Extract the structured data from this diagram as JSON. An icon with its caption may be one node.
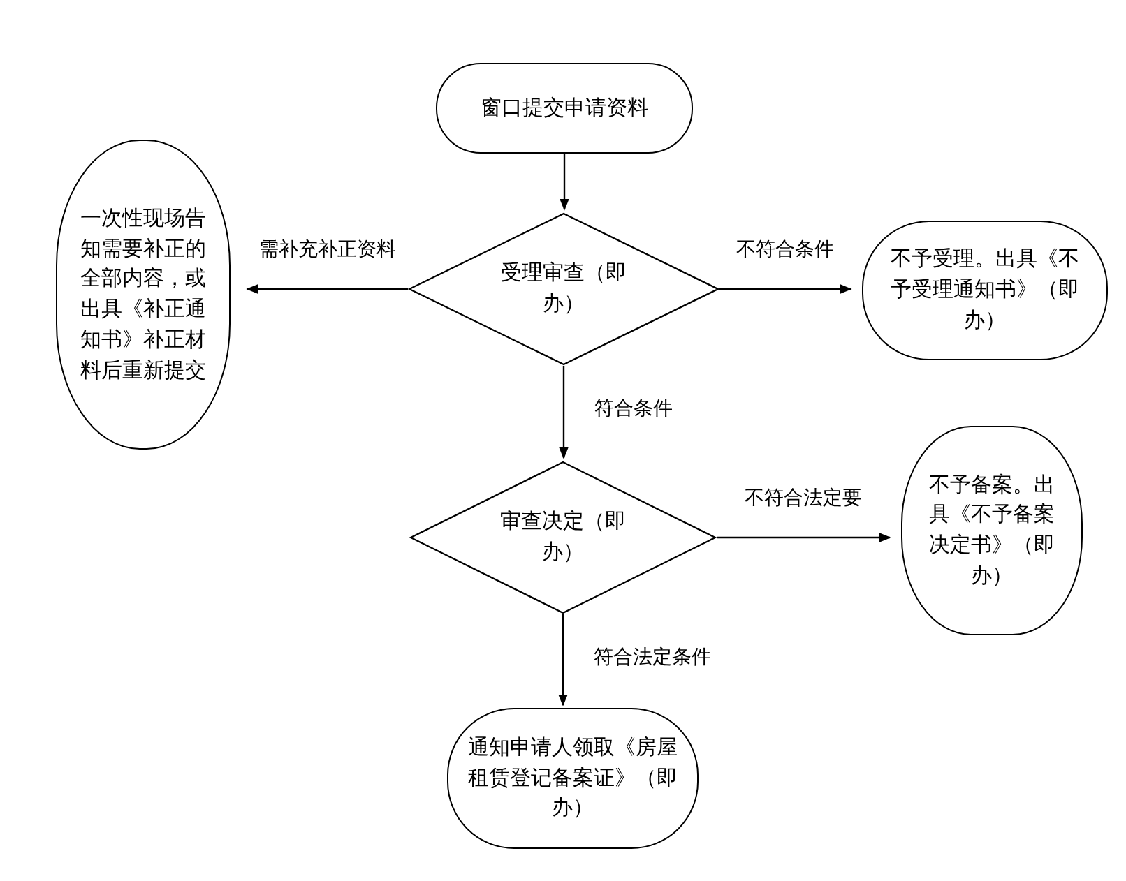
{
  "diagram": {
    "nodes": [
      {
        "text": [
          "窗口提交申请资料"
        ]
      },
      {
        "text": [
          "受理审查（即办）"
        ]
      },
      {
        "text": [
          "一次性现场告知需要补正的全部内容，或出具《补正通知书》补正材料后重新提交"
        ]
      },
      {
        "text": [
          "不予受理。出具《不予受理通知书》（即办）"
        ]
      },
      {
        "text": [
          "审查决定（即办）"
        ]
      },
      {
        "text": [
          "不予备案。出具《不予备案决定书》（即办）"
        ]
      },
      {
        "text": [
          "通知申请人领取《房屋租赁登记备案证》（即办）"
        ]
      }
    ],
    "edges": [
      {
        "from": 0,
        "to": 1,
        "arrow": "to"
      },
      {
        "from": 1,
        "to": 2,
        "arrow": "to",
        "label": "需补充补正资料"
      },
      {
        "from": 1,
        "to": 3,
        "arrow": "to",
        "label": "不符合条件"
      },
      {
        "from": 1,
        "to": 4,
        "arrow": "to",
        "label": "符合条件"
      },
      {
        "from": 4,
        "to": 5,
        "arrow": "to",
        "label": "不符合法定要"
      },
      {
        "from": 4,
        "to": 6,
        "arrow": "to",
        "label": "符合法定条件"
      }
    ]
  }
}
